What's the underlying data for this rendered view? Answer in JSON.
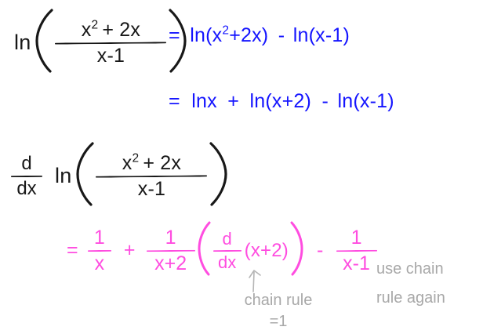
{
  "document": {
    "title": "Logarithmic Differentiation Worksheet",
    "background_color": "#ffffff",
    "colors": {
      "black": "#181818",
      "blue": "#1414ff",
      "magenta": "#ff4de0",
      "gray": "#a8a8a8"
    }
  },
  "line1": {
    "lhs": {
      "ln": "ln",
      "numerator_base": "x",
      "numerator_exponent": "2",
      "numerator_rest": "+ 2x",
      "denominator": "x-1"
    },
    "equals": "=",
    "rhs_part1_a": "ln(x",
    "rhs_part1_exp": "2",
    "rhs_part1_b": "+2x)",
    "minus": "-",
    "rhs_part2": "ln(x-1)"
  },
  "line2": {
    "equals": "=",
    "term1": "lnx",
    "plus": "+",
    "term2": "ln(x+2)",
    "minus": "-",
    "term3": "ln(x-1)"
  },
  "line3": {
    "ddx_num": "d",
    "ddx_den": "dx",
    "ln": "ln",
    "numerator_base": "x",
    "numerator_exponent": "2",
    "numerator_rest": "+ 2x",
    "denominator": "x-1"
  },
  "line4": {
    "equals": "=",
    "term1_num": "1",
    "term1_den": "x",
    "plus": "+",
    "term2_num": "1",
    "term2_den": "x+2",
    "inner_ddx_num": "d",
    "inner_ddx_den": "dx",
    "inner_arg": "(x+2)",
    "minus": "-",
    "term3_num": "1",
    "term3_den": "x-1"
  },
  "annotations": {
    "chain_rule": {
      "line1": "chain rule",
      "line2": "=1",
      "arrow": "up-arrow-icon"
    },
    "use_chain_rule_again": {
      "line1": "use chain",
      "line2": "rule again"
    }
  }
}
